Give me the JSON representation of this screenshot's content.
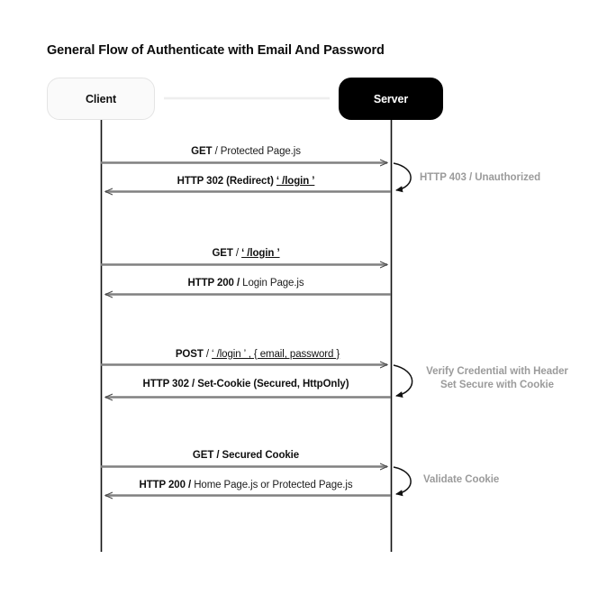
{
  "title": "General Flow of Authenticate with Email And Password",
  "participants": {
    "client": {
      "label": "Client"
    },
    "server": {
      "label": "Server"
    }
  },
  "exchanges": [
    {
      "id": "protected-page",
      "request": {
        "method": "GET",
        "separator": " / ",
        "target": "Protected Page.js",
        "target_underlined": false
      },
      "response": {
        "status": "HTTP 302 (Redirect)",
        "separator": "  ",
        "target": "‘ /login ’",
        "target_underlined": true
      },
      "note": [
        "HTTP 403 / Unauthorized"
      ]
    },
    {
      "id": "login-page",
      "request": {
        "method": "GET",
        "separator": " / ",
        "target": "‘ /login ’",
        "target_underlined": true
      },
      "response": {
        "status": "HTTP 200 /",
        "separator": "  ",
        "target": "Login Page.js",
        "target_underlined": false
      },
      "note": []
    },
    {
      "id": "submit-credentials",
      "request": {
        "method": "POST",
        "separator": "  / ",
        "target": "‘ /login ’ , { email, password }",
        "target_underlined": true
      },
      "response": {
        "status": "HTTP 302 / Set-Cookie (Secured, HttpOnly)",
        "separator": "",
        "target": "",
        "target_underlined": false
      },
      "note": [
        "Verify Credential with Header",
        "Set Secure with Cookie"
      ]
    },
    {
      "id": "secured-cookie",
      "request": {
        "method": "GET / Secured Cookie",
        "separator": "",
        "target": "",
        "target_underlined": false
      },
      "response": {
        "status": "HTTP 200 /",
        "separator": "  ",
        "target": "Home Page.js or Protected Page.js",
        "target_underlined": false
      },
      "note": [
        "Validate Cookie"
      ]
    }
  ],
  "colors": {
    "lifeline": "#111111",
    "message_line": "#808080",
    "note_text": "#9b9b9b",
    "server_fill": "#000000",
    "client_fill": "#fafafa",
    "connector": "#eeeeee"
  }
}
